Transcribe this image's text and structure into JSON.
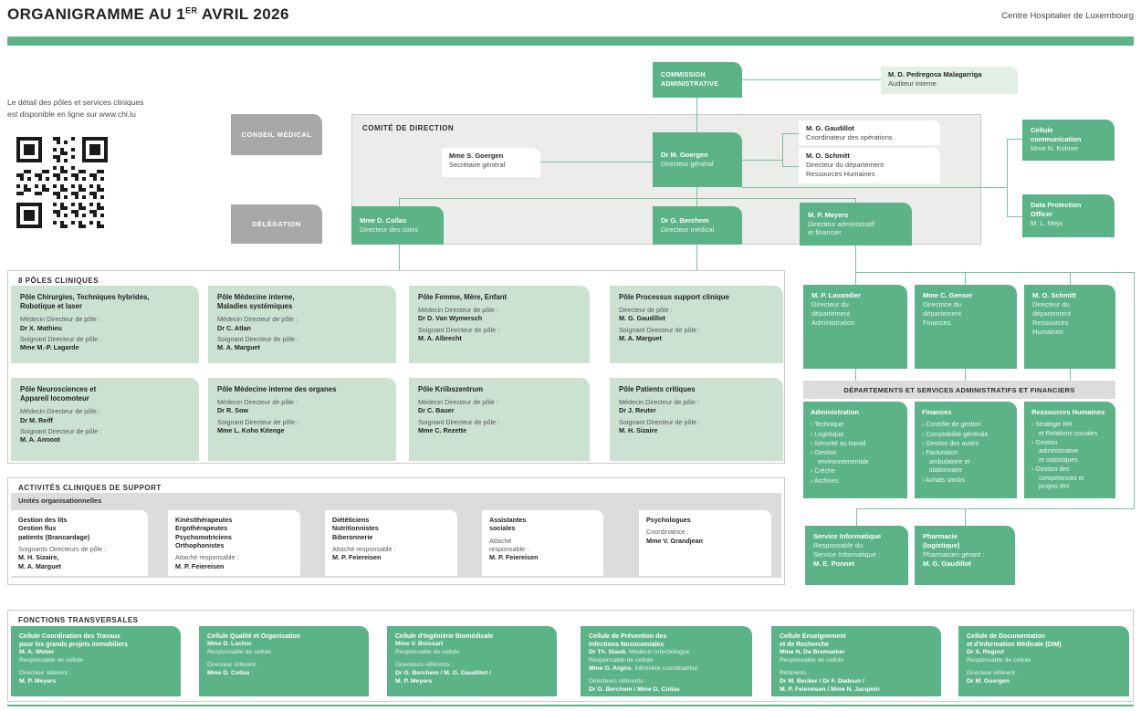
{
  "header": {
    "title_prefix": "ORGANIGRAMME AU 1",
    "title_sup": "ER",
    "title_suffix": " AVRIL 2026",
    "brand": "Centre Hospitalier de Luxembourg"
  },
  "intro": {
    "text": "Le détail des pôles et services cliniques\nest disponible en ligne sur www.chl.lu"
  },
  "side_labels": {
    "conseil": "CONSEIL MÉDICAL",
    "delegation": "DÉLÉGATION"
  },
  "colors": {
    "accent_green": "#5cb388",
    "light_green": "#cbe2d3",
    "pale_green": "#e1efe6",
    "grey": "#a8a8a6",
    "connector": "#79c09c"
  },
  "top": {
    "commission": "COMMISSION\nADMINISTRATIVE",
    "comite_label": "COMITÉ DE DIRECTION",
    "auditeur": {
      "name": "M. D. Pedregosa Malagarriga",
      "role": "Auditeur interne"
    },
    "secretaire": {
      "name": "Mme S. Goergen",
      "role": "Secrétaire général"
    },
    "dg": {
      "name": "Dr M. Goergen",
      "role": "Directeur général"
    },
    "coord_ops": {
      "name": "M. G. Gaudillot",
      "role": "Coordinateur des opérations"
    },
    "drh": {
      "name": "M. O. Schmitt",
      "role": "Directeur du département\nRessources Humaines"
    },
    "cellule_comm": {
      "title": "Cellule\ncommunication",
      "person": "Mme N. Kohner"
    },
    "dpo": {
      "title": "Data Protection\nOfficer",
      "person": "M. L. Meja"
    },
    "soins": {
      "name": "Mme D. Collas",
      "role": "Directeur des soins"
    },
    "medical": {
      "name": "Dr G. Berchem",
      "role": "Directeur médical"
    },
    "daf": {
      "name": "M. P. Meyers",
      "role": "Directeur administratif\net financier"
    }
  },
  "poles": {
    "label": "8 PÔLES CLINIQUES",
    "items": [
      {
        "title": "Pôle Chirurgies, Techniques hybrides,\nRobotique et laser",
        "r1_label": "Médecin Directeur de pôle :",
        "r1_name": "Dr X. Mathieu",
        "r2_label": "Soignant Directeur de pôle :",
        "r2_name": "Mme M.-P. Lagarde"
      },
      {
        "title": "Pôle Médecine interne,\nMaladies systémiques",
        "r1_label": "Médecin Directeur de pôle :",
        "r1_name": "Dr C. Atlan",
        "r2_label": "Soignant Directeur de pôle :",
        "r2_name": "M. A. Marguet"
      },
      {
        "title": "Pôle Femme, Mère, Enfant",
        "r1_label": "Médecin Directeur de pôle :",
        "r1_name": "Dr D. Van Wymersch",
        "r2_label": "Soignant Directeur de pôle :",
        "r2_name": "M. A. Albrecht"
      },
      {
        "title": "Pôle Processus support clinique",
        "r1_label": "Directeur de pôle :",
        "r1_name": "M. G. Gaudillot",
        "r2_label": "Soignant Directeur de pôle :",
        "r2_name": "M. A. Marguet"
      },
      {
        "title": "Pôle Neurosciences et\nAppareil locomoteur",
        "r1_label": "Médecin Directeur de pôle :",
        "r1_name": "Dr M. Reiff",
        "r2_label": "Soignant Directeur de pôle :",
        "r2_name": "M. A. Annoot"
      },
      {
        "title": "Pôle Médecine interne des organes",
        "r1_label": "Médecin Directeur de pôle :",
        "r1_name": "Dr R. Sow",
        "r2_label": "Soignant Directeur de pôle :",
        "r2_name": "Mme L. Koho Kitenge"
      },
      {
        "title": "Pôle Kriibszentrum",
        "r1_label": "Médecin Directeur de pôle :",
        "r1_name": "Dr C. Bauer",
        "r2_label": "Soignant Directeur de pôle :",
        "r2_name": "Mme C. Rezette"
      },
      {
        "title": "Pôle Patients critiques",
        "r1_label": "Médecin Directeur de pôle :",
        "r1_name": "Dr J. Reuter",
        "r2_label": "Soignant Directeur de pôle :",
        "r2_name": "M. H. Sizaire"
      }
    ]
  },
  "support": {
    "label": "ACTIVITÉS CLINIQUES DE SUPPORT",
    "sublabel": "Unités organisationnelles",
    "boxes": [
      {
        "title": "Gestion des lits\nGestion flux\npatients (Brancardage)",
        "label": "Soignants Directeurs de pôle :",
        "name": "M. H. Sizaire,\nM. A. Marguet"
      },
      {
        "title": "Kinésithérapeutes\nErgothérapeutes\nPsychomotriciens\nOrthophonistes",
        "label": "Attaché responsable :",
        "name": "M. P. Feiereisen"
      },
      {
        "title": "Diététiciens\nNutritionnistes\nBiberonnerie",
        "label": "Attaché responsable :",
        "name": "M. P. Feiereisen"
      },
      {
        "title": "Assistantes\nsociales",
        "label": "Attaché\nresponsable :",
        "name": "M. P. Feiereisen"
      },
      {
        "title": "Psychologues",
        "label": "Coordinatrice :",
        "name": "Mme V. Grandjean"
      }
    ]
  },
  "admin": {
    "directors": [
      {
        "name": "M. P. Lavandier",
        "role": "Directeur du\ndépartement\nAdministration"
      },
      {
        "name": "Mme C. Genser",
        "role": "Directrice du\ndépartement\nFinances"
      },
      {
        "name": "M. O. Schmitt",
        "role": "Directeur du\ndépartement\nRessources\nHumaines"
      }
    ],
    "bar": "DÉPARTEMENTS ET SERVICES ADMINISTRATIFS ET FINANCIERS",
    "services": [
      {
        "title": "Administration",
        "items": [
          "Technique",
          "Logistique",
          "Sécurité au travail",
          "Gestion\nenvironnementale",
          "Crèche",
          "Archives"
        ]
      },
      {
        "title": "Finances",
        "items": [
          "Contrôle de gestion",
          "Comptabilité générale",
          "Gestion des avoirs",
          "Facturation\nambulatoire et\nstationnaire",
          "Achats stocks"
        ]
      },
      {
        "title": "Ressources Humaines",
        "items": [
          "Stratégie RH\net Relations sociales",
          "Gestion\nadministrative\net statistiques",
          "Gestion des\ncompétences et\nprojets RH"
        ]
      }
    ],
    "it": {
      "title": "Service Informatique",
      "label": "Responsable du\nService Informatique :",
      "name": "M. E. Ponnet"
    },
    "pharmacy": {
      "title": "Pharmacie\n(logistique)",
      "label": "Pharmacien gérant :",
      "name": "M. G. Gaudillot"
    }
  },
  "transversal": {
    "label": "FONCTIONS TRANSVERSALES",
    "boxes": [
      {
        "title": "Cellule Coordination des Travaux\npour les grands projets immobiliers",
        "name": "M. A. Weber",
        "role": "Responsable de cellule",
        "ref_label": "Directeur référent :",
        "refs": "M. P. Meyers"
      },
      {
        "title": "Cellule Qualité et Organisation",
        "name": "Mme D. Lachor",
        "role": "Responsable de cellule",
        "ref_label": "Directeur référent :",
        "refs": "Mme D. Collas"
      },
      {
        "title": "Cellule d'Ingéniérie Biomédicale",
        "name": "Mme V. Boissart",
        "role": "Responsable de cellule",
        "ref_label": "Directeurs référents :",
        "refs": "Dr G. Berchem / M. G. Gaudillot /\nM. P. Meyers"
      },
      {
        "title": "Cellule de Prévention des\nInfections Nosocomiales",
        "name1": "Dr Th. Staub",
        "name1_role": ", Médecin Infectiologue",
        "role": "Responsable de cellule",
        "name2": "Mme G. Argiro",
        "name2_role": ", Infirmière coordinatrice",
        "ref_label": "Directeurs référents :",
        "refs": "Dr G. Berchem / Mme D. Collas"
      },
      {
        "title": "Cellule Enseignement\net de Recherche",
        "name": "Mme N. De Bremaeker",
        "role": "Responsable de cellule",
        "ref_label": "Référents :",
        "refs": "Dr M. Becker / Dr F. Dadoun /\nM. P. Feiereisen / Mme N. Jacqmin"
      },
      {
        "title": "Cellule de Documentation\net d'Information Médicale (DIM)",
        "name": "Dr S. Regout",
        "role": "Responsable de cellule",
        "ref_label": "Directeur référent :",
        "refs": "Dr M. Goergen"
      }
    ]
  }
}
